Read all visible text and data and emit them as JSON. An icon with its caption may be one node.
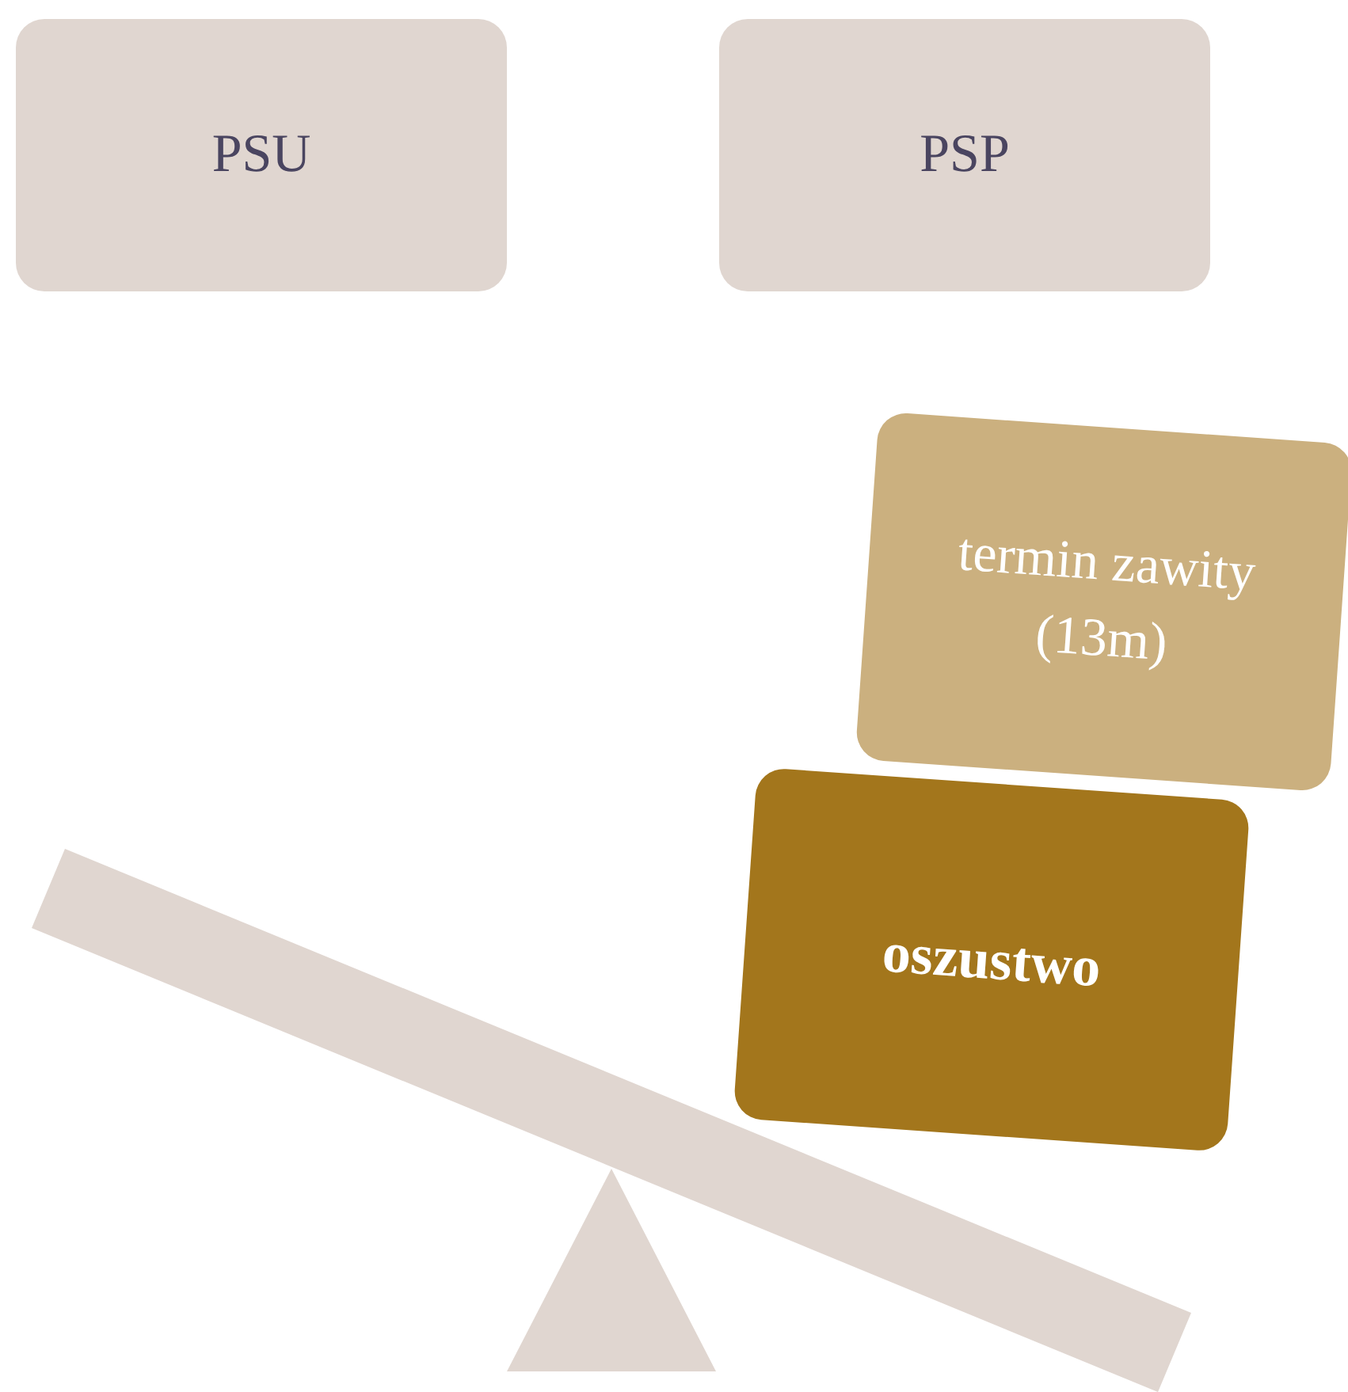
{
  "diagram": {
    "nodes": [
      {
        "text": [
          "PSU"
        ]
      },
      {
        "text": [
          "PSP"
        ]
      },
      {
        "text": [
          "termin zawity (13m)"
        ]
      },
      {
        "text": [
          "oszustwo"
        ]
      }
    ]
  }
}
